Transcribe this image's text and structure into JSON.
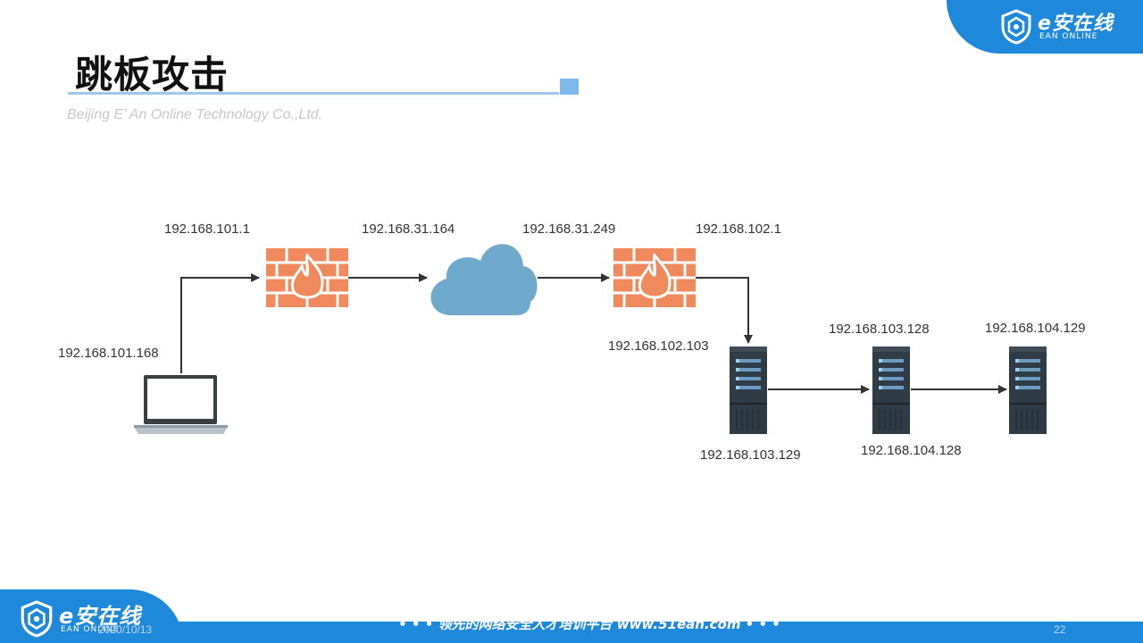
{
  "header": {
    "title": "跳板攻击",
    "company": "Beijing E’ An Online Technology Co.,Ltd."
  },
  "brand": {
    "name": "e安在线",
    "sub": "EAN ONLINE",
    "color": "#1E88DA"
  },
  "diagram": {
    "labels": {
      "laptop": "192.168.101.168",
      "firewall1_in": "192.168.101.1",
      "firewall1_out": "192.168.31.164",
      "firewall2_in": "192.168.31.249",
      "firewall2_out": "192.168.102.1",
      "server1_in": "192.168.102.103",
      "server1_out": "192.168.103.129",
      "server2_in": "192.168.103.128",
      "server2_out": "192.168.104.128",
      "server3_in": "192.168.104.129"
    },
    "colors": {
      "firewall": "#F08A5D",
      "cloud": "#6FAACD",
      "server": "#2F3B45",
      "arrow": "#333333"
    },
    "icons": [
      "laptop-icon",
      "firewall-icon",
      "cloud-icon",
      "server-icon"
    ]
  },
  "footer": {
    "date": "2020/10/13",
    "slogan": "• • •  领先的网络安全人才培训平台  www.51ean.com  • • •",
    "page": "22"
  }
}
